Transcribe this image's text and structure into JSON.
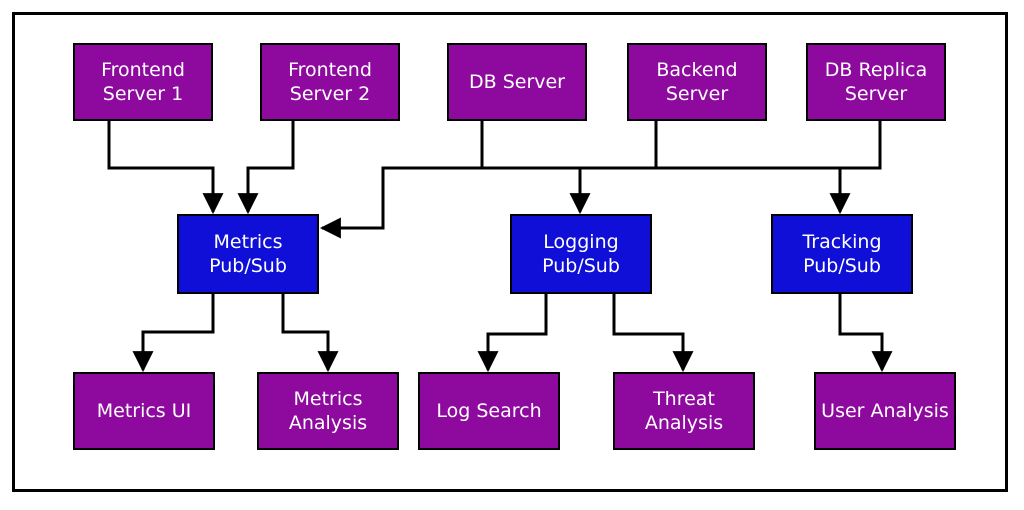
{
  "colors": {
    "server": "#8e0a9e",
    "pubsub": "#0f0fd7",
    "stroke": "#000000",
    "text": "#ffffff"
  },
  "nodes": {
    "frontend1": "Frontend\nServer 1",
    "frontend2": "Frontend\nServer 2",
    "db_server": "DB Server",
    "backend": "Backend\nServer",
    "db_replica": "DB Replica\nServer",
    "metrics_pubsub": "Metrics\nPub/Sub",
    "logging_pubsub": "Logging\nPub/Sub",
    "tracking_pubsub": "Tracking\nPub/Sub",
    "metrics_ui": "Metrics UI",
    "metrics_analysis": "Metrics\nAnalysis",
    "log_search": "Log Search",
    "threat_analysis": "Threat\nAnalysis",
    "user_analysis": "User Analysis"
  }
}
